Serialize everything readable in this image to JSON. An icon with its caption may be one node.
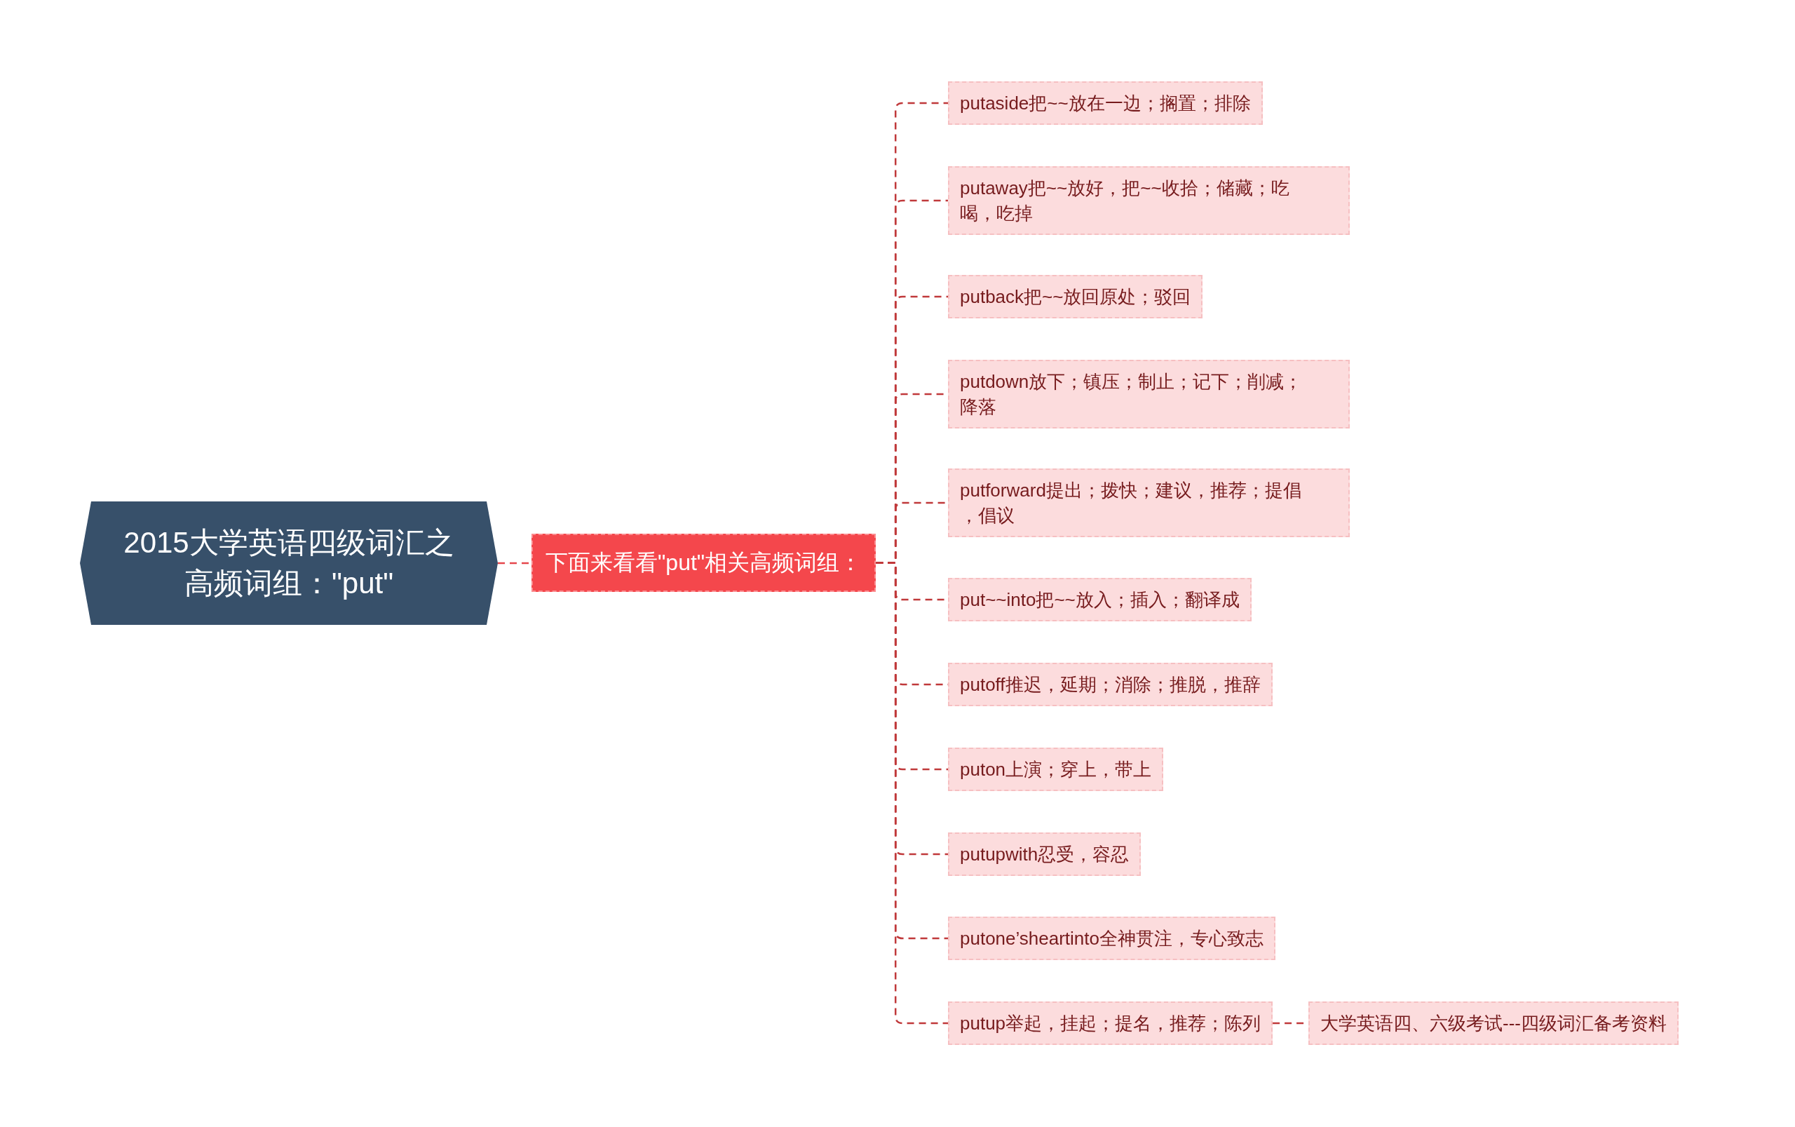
{
  "diagram": {
    "nodes": [
      {
        "text": [
          "2015大学英语四级词汇之高频词组：\"put\""
        ]
      },
      {
        "text": [
          "下面来看看\"put\"相关高频词组："
        ]
      },
      {
        "text": [
          "putaside把~~放在一边；搁置；排除"
        ]
      },
      {
        "text": [
          "putaway把~~放好，把~~收拾；储藏；吃喝，吃掉"
        ]
      },
      {
        "text": [
          "putback把~~放回原处；驳回"
        ]
      },
      {
        "text": [
          "putdown放下；镇压；制止；记下；削减；降落"
        ]
      },
      {
        "text": [
          "putforward提出；拨快；建议，推荐；提倡，倡议"
        ]
      },
      {
        "text": [
          "put~~into把~~放入；插入；翻译成"
        ]
      },
      {
        "text": [
          "putoff推迟，延期；消除；推脱，推辞"
        ]
      },
      {
        "text": [
          "puton上演；穿上，带上"
        ]
      },
      {
        "text": [
          "putupwith忍受，容忍"
        ]
      },
      {
        "text": [
          "putone’sheartinto全神贯注，专心致志"
        ]
      },
      {
        "text": [
          "putup举起，挂起；提名，推荐；陈列"
        ]
      },
      {
        "text": [
          "大学英语四、六级考试---四级词汇备考资料"
        ]
      }
    ],
    "edges": [
      {
        "from": 0,
        "to": 1,
        "arrow": "none",
        "style": "dashed",
        "color": "#e5484d"
      },
      {
        "from": 1,
        "to": 2,
        "arrow": "none",
        "style": "dashed"
      },
      {
        "from": 1,
        "to": 3,
        "arrow": "none",
        "style": "dashed"
      },
      {
        "from": 1,
        "to": 4,
        "arrow": "none",
        "style": "dashed"
      },
      {
        "from": 1,
        "to": 5,
        "arrow": "none",
        "style": "dashed"
      },
      {
        "from": 1,
        "to": 6,
        "arrow": "none",
        "style": "dashed"
      },
      {
        "from": 1,
        "to": 7,
        "arrow": "none",
        "style": "dashed"
      },
      {
        "from": 1,
        "to": 8,
        "arrow": "none",
        "style": "dashed"
      },
      {
        "from": 1,
        "to": 9,
        "arrow": "none",
        "style": "dashed"
      },
      {
        "from": 1,
        "to": 10,
        "arrow": "none",
        "style": "dashed"
      },
      {
        "from": 1,
        "to": 11,
        "arrow": "none",
        "style": "dashed"
      },
      {
        "from": 1,
        "to": 12,
        "arrow": "none",
        "style": "dashed"
      },
      {
        "from": 12,
        "to": 13,
        "arrow": "none",
        "style": "dashed"
      }
    ]
  }
}
